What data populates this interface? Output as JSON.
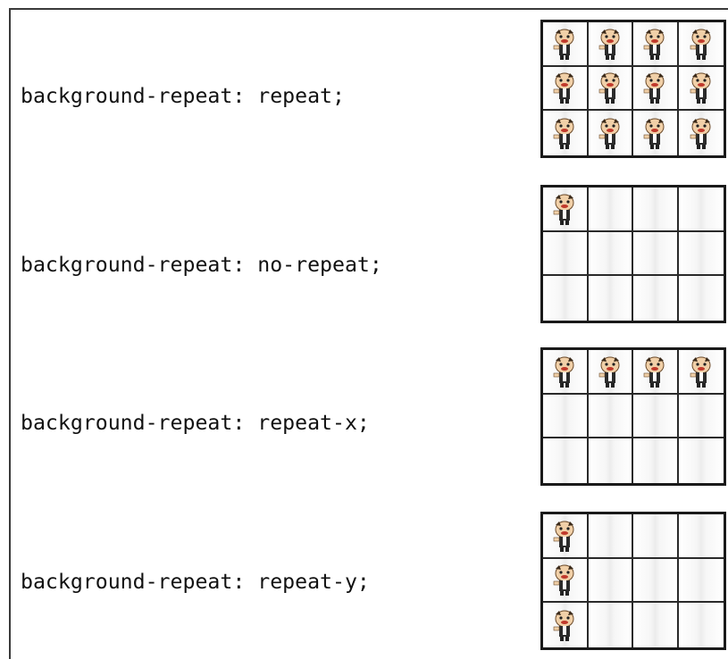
{
  "rows": [
    {
      "label": "background-repeat: repeat;",
      "mode": "repeat"
    },
    {
      "label": "background-repeat: no-repeat;",
      "mode": "no-repeat"
    },
    {
      "label": "background-repeat: repeat-x;",
      "mode": "repeat-x"
    },
    {
      "label": "background-repeat: repeat-y;",
      "mode": "repeat-y"
    }
  ],
  "grid": {
    "columns": 4,
    "rows": 3
  },
  "tile_icon": "character-sprite-icon",
  "colors": {
    "border": "#1a1a1a",
    "background": "#ffffff"
  }
}
